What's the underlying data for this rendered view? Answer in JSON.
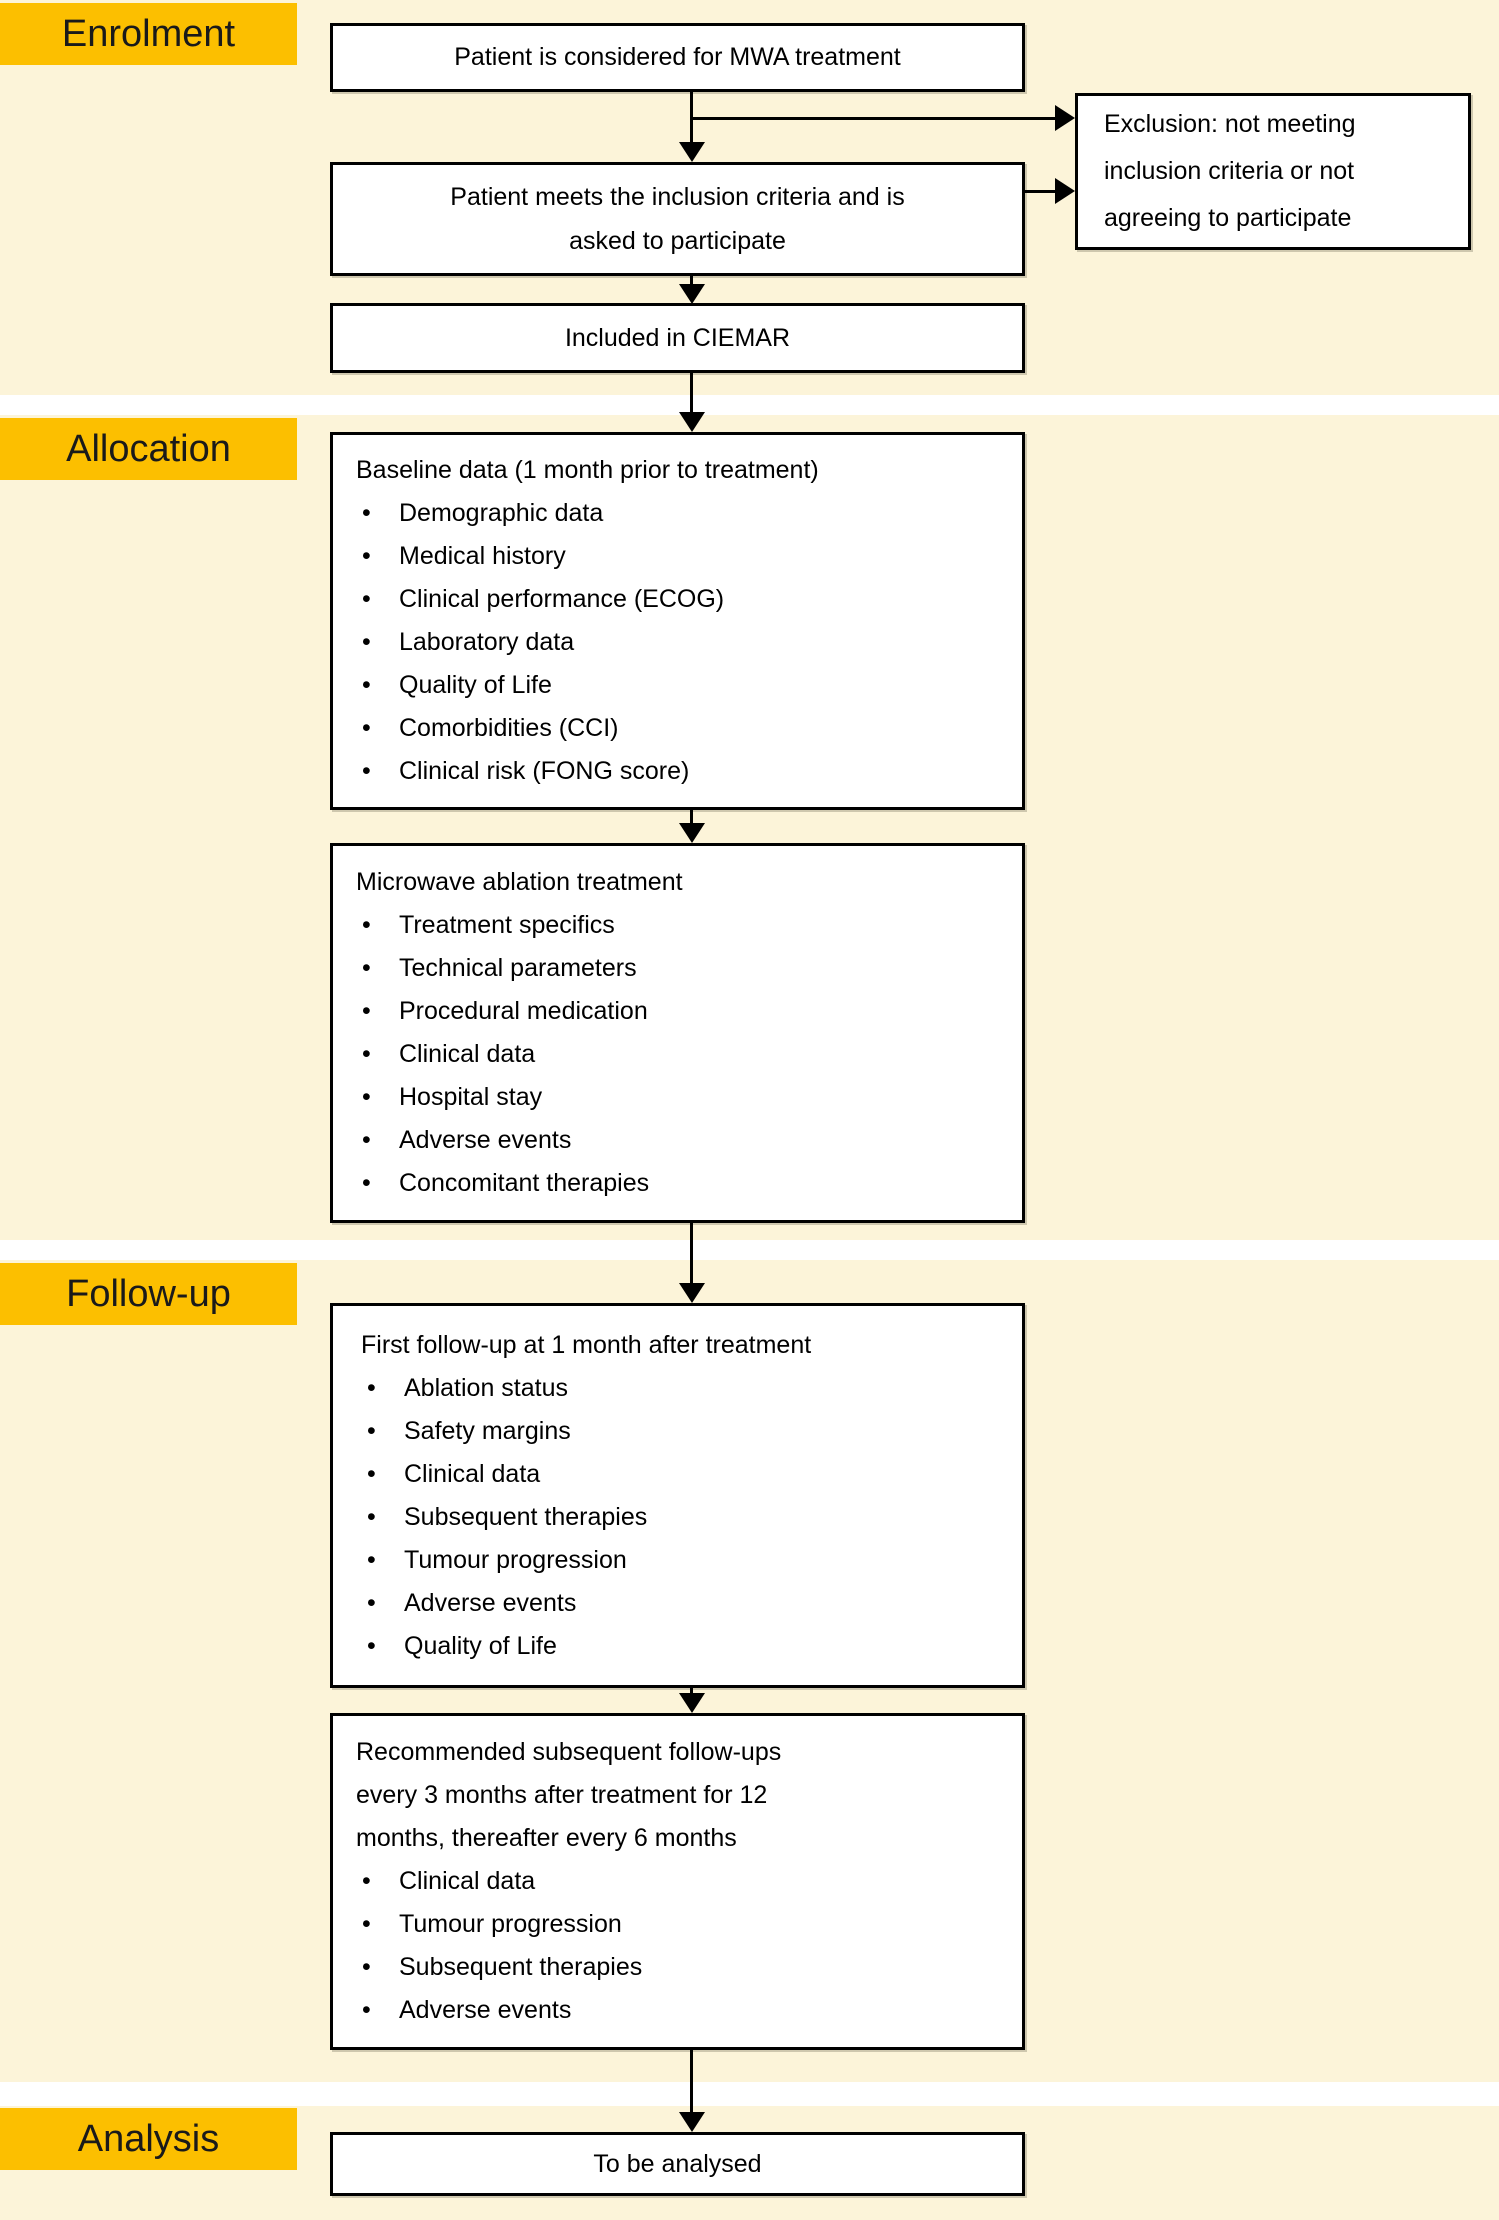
{
  "colors": {
    "section_band": "#fcf4d9",
    "label_orange": "#fcbf00",
    "box_background": "#ffffff",
    "box_border": "#000000",
    "divider_white": "#ffffff",
    "text": "#000000"
  },
  "sections": {
    "enrolment": {
      "label": "Enrolment"
    },
    "allocation": {
      "label": "Allocation"
    },
    "followup": {
      "label": "Follow-up"
    },
    "analysis": {
      "label": "Analysis"
    }
  },
  "boxes": {
    "considered": {
      "text": "Patient is considered for MWA treatment"
    },
    "inclusion": {
      "text": "Patient meets the inclusion criteria and is\nasked to participate"
    },
    "exclusion": {
      "text": "Exclusion: not meeting\ninclusion criteria or not\nagreeing to participate"
    },
    "included": {
      "text": "Included in CIEMAR"
    },
    "baseline": {
      "title": "Baseline data (1 month prior to treatment)",
      "bullets": [
        "Demographic data",
        "Medical history",
        "Clinical performance (ECOG)",
        "Laboratory data",
        "Quality of Life",
        "Comorbidities (CCI)",
        "Clinical risk (FONG score)"
      ]
    },
    "treatment": {
      "title": "Microwave ablation treatment",
      "bullets": [
        "Treatment specifics",
        "Technical parameters",
        "Procedural medication",
        "Clinical data",
        "Hospital stay",
        "Adverse events",
        "Concomitant therapies"
      ]
    },
    "first_followup": {
      "title": "First follow-up at 1 month after treatment",
      "bullets": [
        "Ablation status",
        "Safety margins",
        "Clinical data",
        "Subsequent therapies",
        "Tumour progression",
        "Adverse events",
        "Quality of Life"
      ]
    },
    "subsequent_followup": {
      "title": "Recommended subsequent follow-ups\nevery 3 months after treatment for 12\nmonths, thereafter every 6 months",
      "bullets": [
        "Clinical data",
        "Tumour progression",
        "Subsequent therapies",
        "Adverse events"
      ]
    },
    "analysed": {
      "text": "To be analysed"
    }
  }
}
